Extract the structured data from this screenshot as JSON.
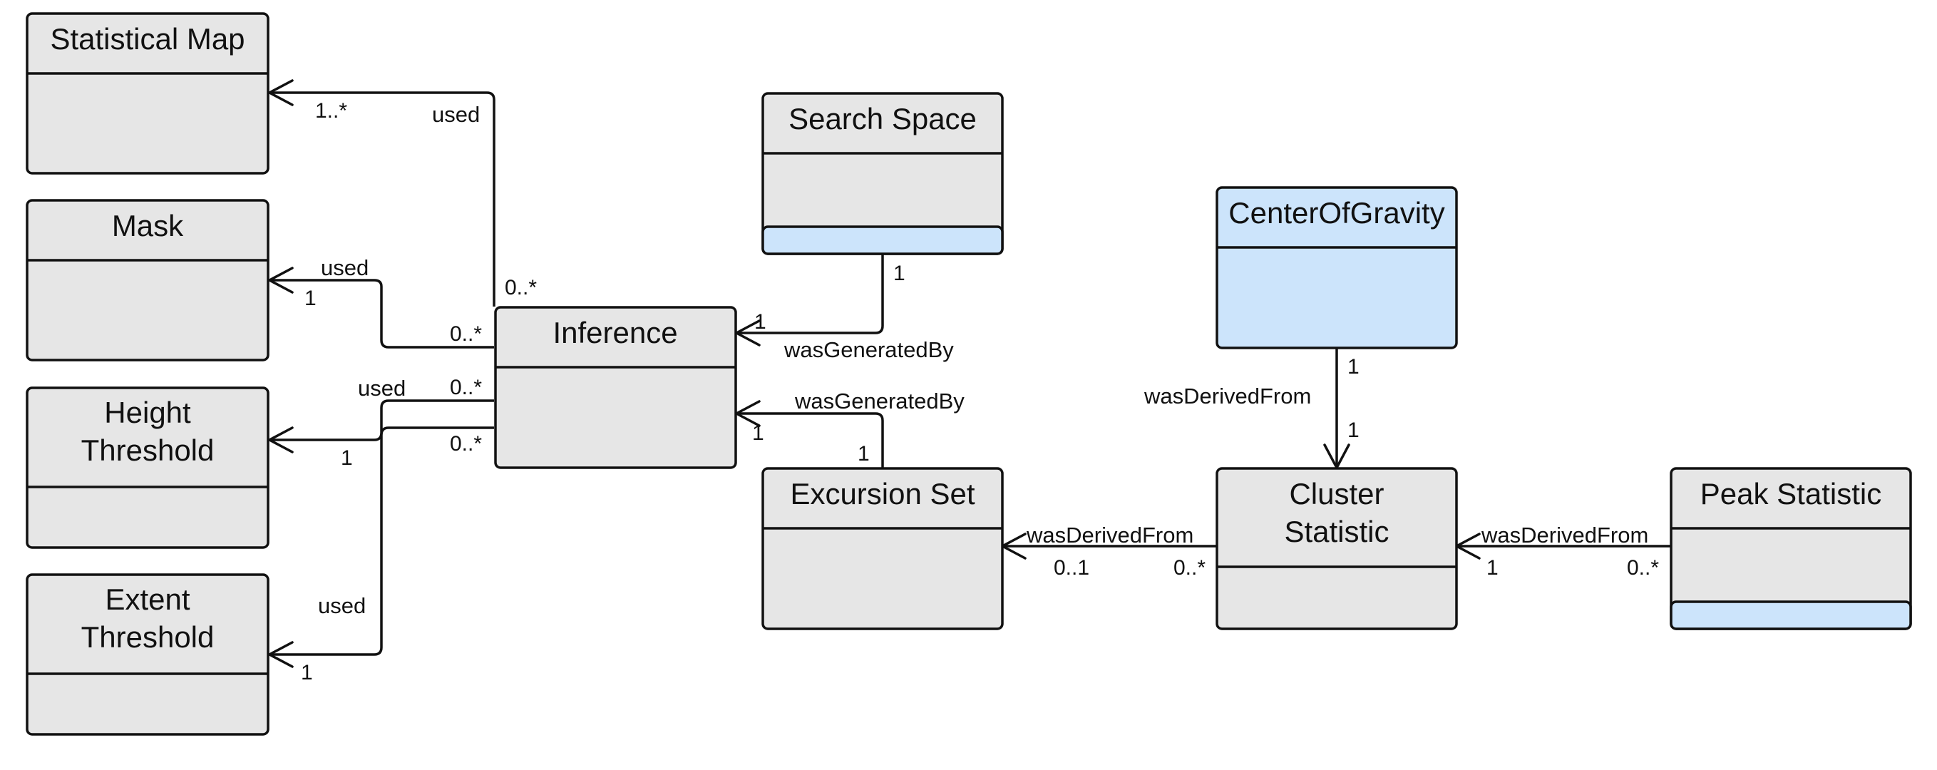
{
  "classes": {
    "statistical_map": "Statistical Map",
    "mask": "Mask",
    "height_threshold": [
      "Height",
      "Threshold"
    ],
    "extent_threshold": [
      "Extent",
      "Threshold"
    ],
    "inference": "Inference",
    "search_space": "Search Space",
    "excursion_set": "Excursion Set",
    "center_of_gravity": "CenterOfGravity",
    "cluster_statistic": [
      "Cluster",
      "Statistic"
    ],
    "peak_statistic": "Peak Statistic"
  },
  "relations": {
    "used": "used",
    "was_generated_by": "wasGeneratedBy",
    "was_derived_from": "wasDerivedFrom"
  },
  "multiplicities": {
    "one": "1",
    "one_to_many": "1..*",
    "zero_to_many": "0..*",
    "zero_to_one": "0..1"
  },
  "colors": {
    "class_fill": "#e6e6e6",
    "highlight_fill": "#cce4fb",
    "stroke": "#111111"
  }
}
